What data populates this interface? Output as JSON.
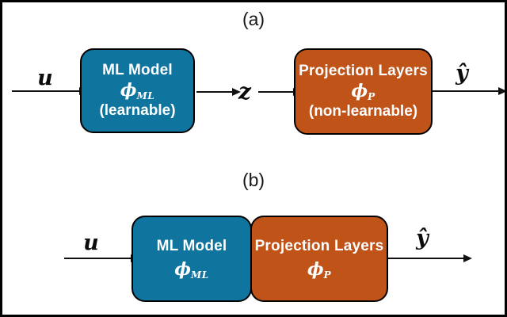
{
  "colors": {
    "blue": "#0f749e",
    "orange": "#c05318",
    "line": "#111111",
    "background": "#ffffff"
  },
  "panel_a": {
    "label": "(a)",
    "input_label": "u",
    "mid_label": "z",
    "output_label": "ŷ",
    "ml_box": {
      "title": "ML Model",
      "symbol": "ϕ",
      "symbol_sub": "ML",
      "note": "(learnable)"
    },
    "proj_box": {
      "title": "Projection Layers",
      "symbol": "ϕ",
      "symbol_sub": "P",
      "note": "(non-learnable)"
    }
  },
  "panel_b": {
    "label": "(b)",
    "input_label": "u",
    "output_label": "ŷ",
    "ml_box": {
      "title": "ML Model",
      "symbol": "ϕ",
      "symbol_sub": "ML"
    },
    "proj_box": {
      "title": "Projection Layers",
      "symbol": "ϕ",
      "symbol_sub": "P"
    }
  }
}
